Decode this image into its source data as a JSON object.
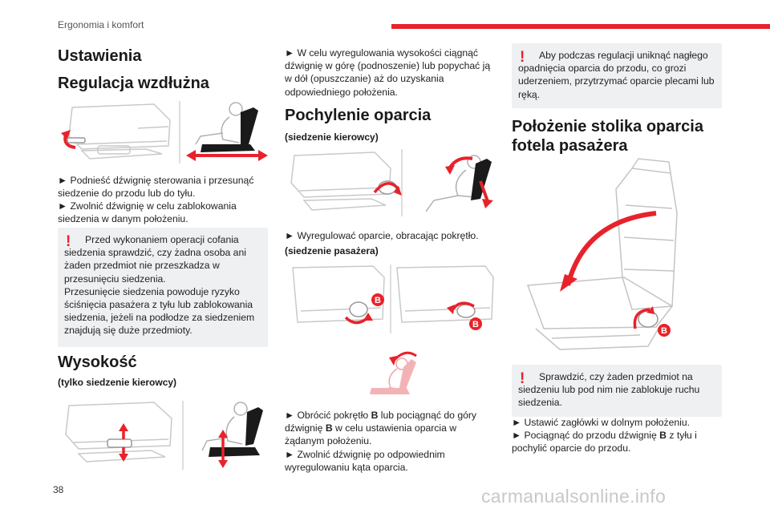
{
  "header": {
    "section": "Ergonomia i komfort",
    "accent_color": "#e8222b"
  },
  "page_number": "38",
  "watermark": "carmanualsonline.info",
  "col1": {
    "title": "Ustawienia",
    "section1": {
      "heading": "Regulacja wzdłużna",
      "steps": [
        "► Podnieść dźwignię sterowania i przesunąć siedzenie do przodu lub do tyłu.",
        "► Zwolnić dźwignię w celu zablokowania siedzenia w danym położeniu."
      ],
      "warning": "Przed wykonaniem operacji cofania siedzenia sprawdzić, czy żadna osoba ani żaden przedmiot nie przeszkadza w przesunięciu siedzenia.",
      "warning2": "Przesunięcie siedzenia powoduje ryzyko ściśnięcia pasażera z tyłu lub zablokowania siedzenia, jeżeli na podłodze za siedzeniem znajdują się duże przedmioty."
    },
    "section2": {
      "heading": "Wysokość",
      "subheading": "(tylko siedzenie kierowcy)"
    }
  },
  "col2": {
    "height_step": "► W celu wyregulowania wysokości ciągnąć dźwignię w górę (podnoszenie) lub popychać ją w dół (opuszczanie) aż do uzyskania odpowiedniego położenia.",
    "heading": "Pochylenie oparcia",
    "driver_sub": "(siedzenie kierowcy)",
    "driver_step": "► Wyregulować oparcie, obracając pokrętło.",
    "passenger_sub": "(siedzenie pasażera)",
    "steps_a": "► Obrócić pokrętło ",
    "steps_b": "B",
    "steps_c": " lub pociągnąć do góry dźwignię ",
    "steps_d": "B",
    "steps_e": " w celu ustawienia oparcia w żądanym położeniu.",
    "step2": "► Zwolnić dźwignię po odpowiednim wyregulowaniu kąta oparcia.",
    "badge": "B"
  },
  "col3": {
    "warning_top": "Aby podczas regulacji uniknąć nagłego opadnięcia oparcia do przodu, co grozi uderzeniem, przytrzymać oparcie plecami lub ręką.",
    "heading": "Położenie stolika oparcia fotela pasażera",
    "badge": "B",
    "warning": "Sprawdzić, czy żaden przedmiot na siedzeniu lub pod nim nie zablokuje ruchu siedzenia.",
    "step1": "► Ustawić zagłówki w dolnym położeniu.",
    "step2a": "► Pociągnąć do przodu dźwignię ",
    "step2b": "B",
    "step2c": " z tyłu i pochylić oparcie do przodu."
  }
}
